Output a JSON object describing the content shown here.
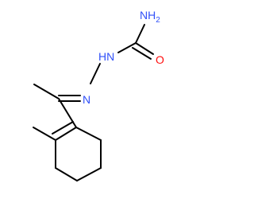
{
  "molecule": {
    "atoms": {
      "amine": {
        "label": "NH",
        "subscript": "2"
      },
      "hydrazine_nh": {
        "label": "HN"
      },
      "imine_n": {
        "label": "N"
      },
      "carbonyl_o": {
        "label": "O"
      }
    }
  },
  "colors": {
    "bond": "#000000",
    "nitrogen": "#3050F8",
    "oxygen": "#FF0D0D"
  }
}
